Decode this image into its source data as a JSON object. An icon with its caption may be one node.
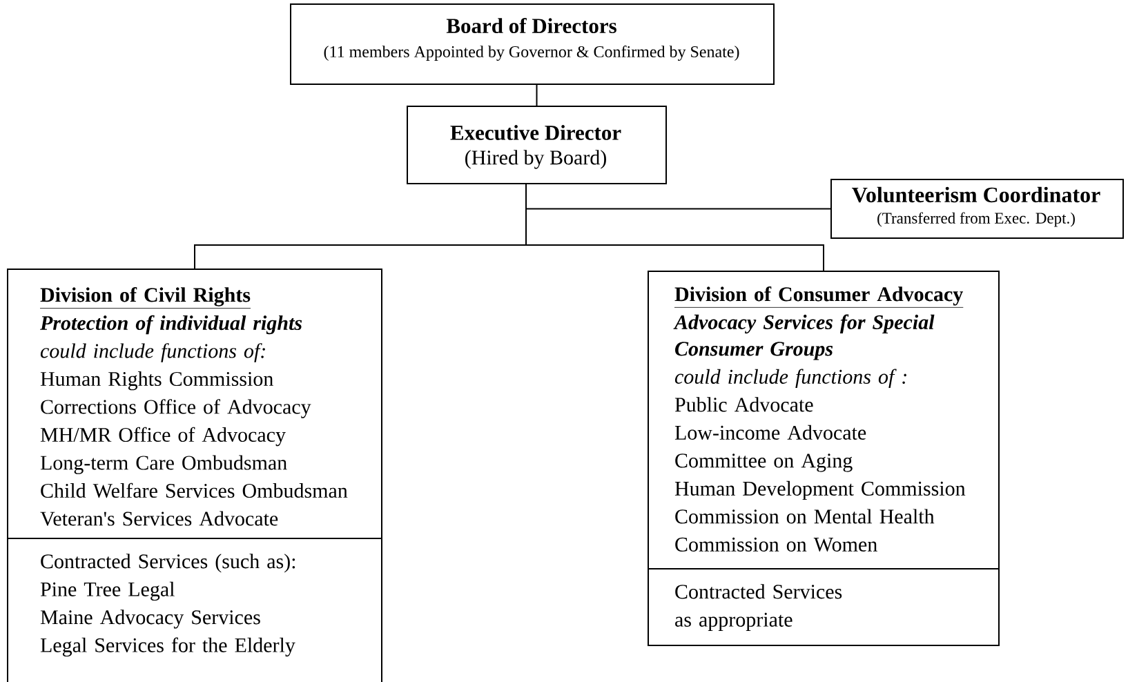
{
  "diagram": {
    "nodes": [
      {
        "text": [
          "Board of Directors",
          "(11 members Appointed by Governor & Confirmed by Senate)"
        ]
      },
      {
        "text": [
          "Executive Director",
          "(Hired by Board)"
        ]
      },
      {
        "text": [
          "Volunteerism Coordinator",
          "(Transferred from Exec. Dept.)"
        ]
      },
      {
        "text": [
          "Division of Civil Rights",
          "Protection of individual rights",
          "could include functions of:",
          "Human Rights Commission",
          "Corrections Office of Advocacy",
          "MH/MR Office of Advocacy",
          "Long-term Care Ombudsman",
          "Child Welfare Services Ombudsman",
          "Veteran's Services Advocate"
        ]
      },
      {
        "text": [
          "Contracted Services (such as):",
          "Pine Tree Legal",
          "Maine Advocacy Services",
          "Legal Services for the Elderly"
        ],
        "in": 3
      },
      {
        "text": [
          "Division of Consumer Advocacy",
          "Advocacy Services for Special Consumer Groups",
          "could include functions of :",
          "Public Advocate",
          "Low-income Advocate",
          "Committee on Aging",
          "Human Development Commission",
          "Commission on Mental Health",
          "Commission on Women"
        ]
      },
      {
        "text": [
          "Contracted Services",
          "as appropriate"
        ],
        "in": 5
      }
    ],
    "edges": [
      {
        "from": 0,
        "to": 1,
        "arrow": "none"
      },
      {
        "from": 1,
        "to": 2,
        "arrow": "none"
      },
      {
        "from": 1,
        "to": 3,
        "arrow": "none"
      },
      {
        "from": 1,
        "to": 5,
        "arrow": "none"
      }
    ]
  }
}
